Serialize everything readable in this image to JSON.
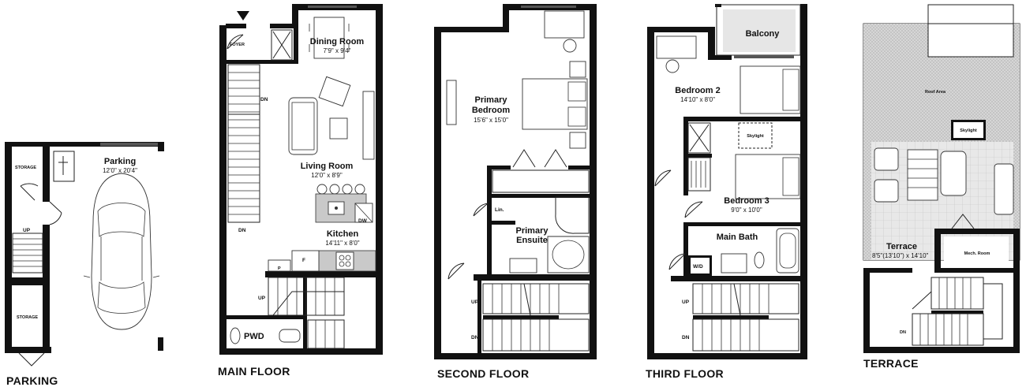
{
  "floors": {
    "parking": {
      "caption": "PARKING",
      "rooms": {
        "storage_top": "STORAGE",
        "storage_bottom": "STORAGE",
        "parking": "Parking",
        "parking_dim": "12'0\" x 20'4\"",
        "up": "UP"
      }
    },
    "main": {
      "caption": "MAIN FLOOR",
      "rooms": {
        "foyer": "FOYER",
        "dining": "Dining Room",
        "dining_dim": "7'9\" x 9'4\"",
        "living": "Living Room",
        "living_dim": "12'0\" x 8'9\"",
        "kitchen": "Kitchen",
        "kitchen_dim": "14'11\" x 8'0\"",
        "dw": "DW",
        "fridge": "F",
        "pantry": "P",
        "pwd": "PWD",
        "dn1": "DN",
        "dn2": "DN",
        "up": "UP"
      }
    },
    "second": {
      "caption": "SECOND FLOOR",
      "rooms": {
        "primary_line1": "Primary",
        "primary_line2": "Bedroom",
        "primary_dim": "15'6\" x 15'0\"",
        "linen": "Lin.",
        "ensuite_line1": "Primary",
        "ensuite_line2": "Ensuite",
        "up": "UP",
        "dn": "DN"
      }
    },
    "third": {
      "caption": "THIRD FLOOR",
      "rooms": {
        "balcony": "Balcony",
        "bed2": "Bedroom 2",
        "bed2_dim": "14'10\" x 8'0\"",
        "skylight": "Skylight",
        "bed3": "Bedroom 3",
        "bed3_dim": "9'0\" x 10'0\"",
        "main_bath": "Main Bath",
        "wd": "W/D",
        "up": "UP",
        "dn": "DN"
      }
    },
    "terrace": {
      "caption": "TERRACE",
      "rooms": {
        "roof_area": "Roof Area",
        "skylight": "Skylight",
        "terrace": "Terrace",
        "terrace_dim": "8'5\"(13'10\") x 14'10\"",
        "mech": "Mech. Room",
        "dn": "DN"
      }
    }
  }
}
